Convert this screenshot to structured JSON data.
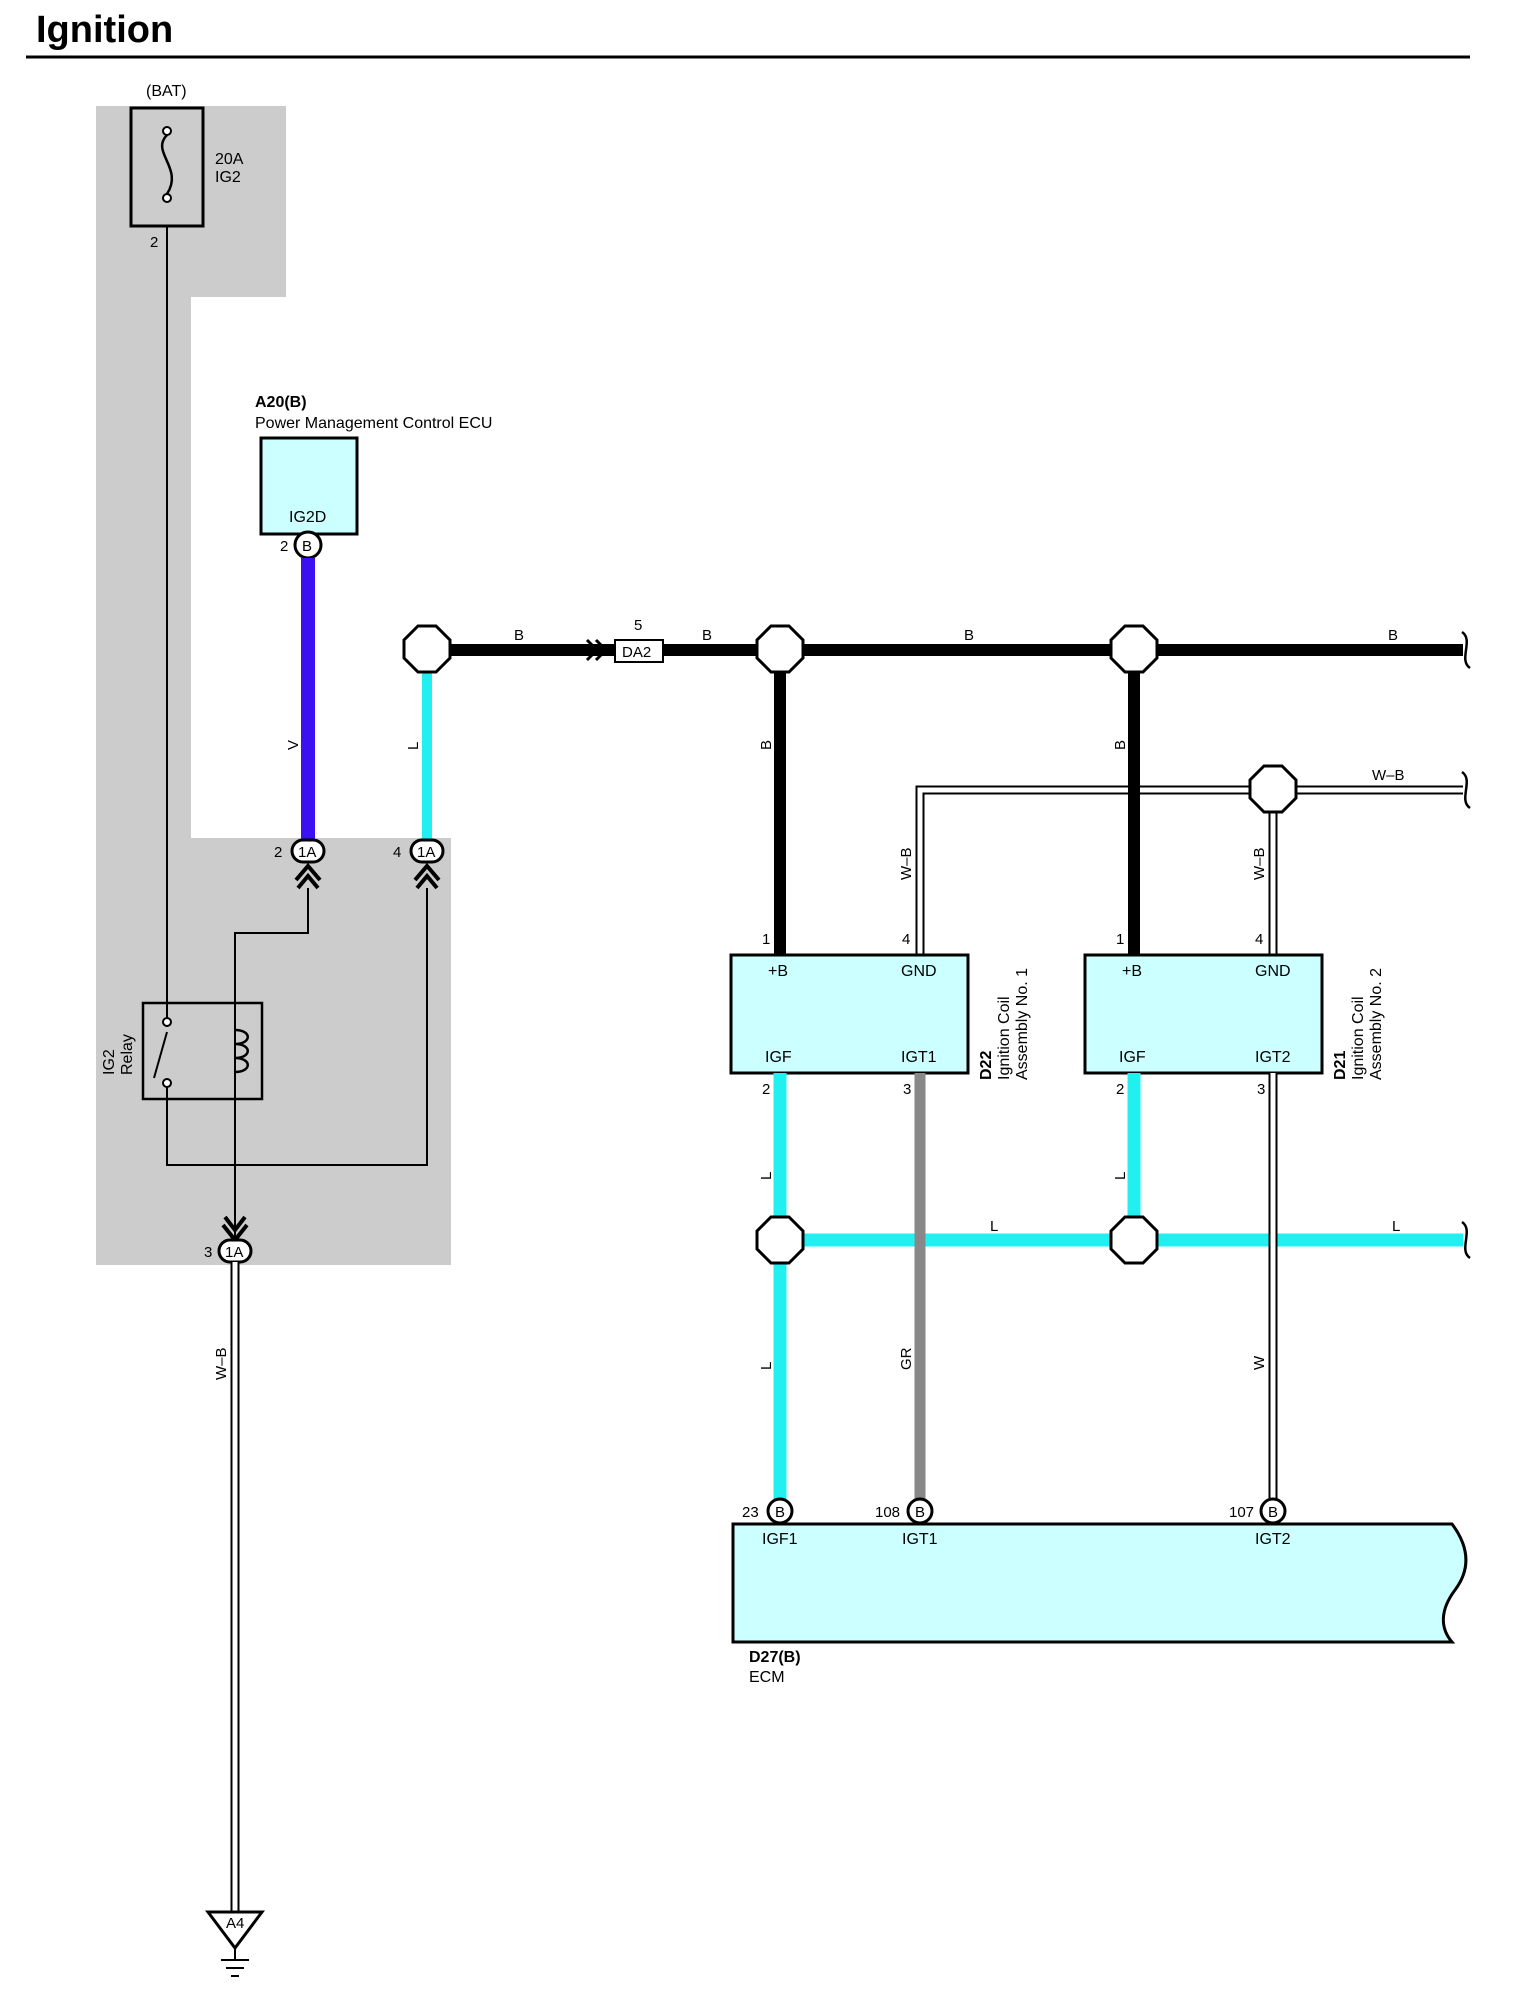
{
  "title": "Ignition",
  "fuse": {
    "source": "(BAT)",
    "rating": "20A",
    "name": "IG2",
    "pin": "2"
  },
  "pm_ecu": {
    "code": "A20(B)",
    "name": "Power Management Control ECU",
    "terminal": "IG2D",
    "pin": "2",
    "conn": "B"
  },
  "relay": {
    "name_line1": "IG2",
    "name_line2": "Relay"
  },
  "junctions": {
    "j1a_pin2": "2",
    "j1a_pin4": "4",
    "j1a_pin3": "3",
    "conn_label": "1A"
  },
  "splice": {
    "id": "DA2",
    "pin": "5"
  },
  "coil1": {
    "code": "D22",
    "name_line1": "Ignition Coil",
    "name_line2": "Assembly No. 1",
    "t_b": "+B",
    "t_gnd": "GND",
    "t_igf": "IGF",
    "t_igt": "IGT1",
    "p1": "1",
    "p4": "4",
    "p2": "2",
    "p3": "3"
  },
  "coil2": {
    "code": "D21",
    "name_line1": "Ignition Coil",
    "name_line2": "Assembly No. 2",
    "t_b": "+B",
    "t_gnd": "GND",
    "t_igf": "IGF",
    "t_igt": "IGT2",
    "p1": "1",
    "p4": "4",
    "p2": "2",
    "p3": "3"
  },
  "ecm": {
    "code": "D27(B)",
    "name": "ECM",
    "conn": "B",
    "t_igf1": "IGF1",
    "t_igt1": "IGT1",
    "t_igt2": "IGT2",
    "p_igf1": "23",
    "p_igt1": "108",
    "p_igt2": "107"
  },
  "ground": {
    "id": "A4"
  },
  "wires": {
    "v": "V",
    "l": "L",
    "b": "B",
    "wb": "W–B",
    "gr": "GR",
    "w": "W"
  },
  "colors": {
    "violet": "#3c10f0",
    "cyan": "#22f0f0",
    "gray": "#888888",
    "box_fill": "#ccffff",
    "shade": "#cccccc"
  }
}
